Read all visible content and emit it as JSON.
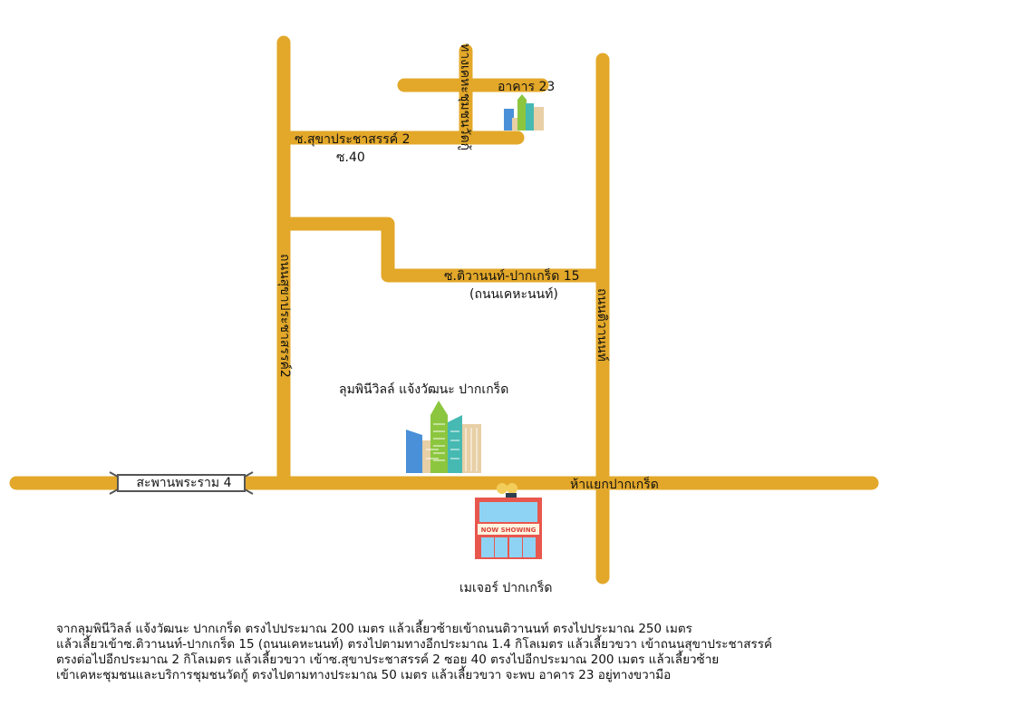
{
  "colors": {
    "road": "#e3a82a",
    "bridge_fill": "#ffffff",
    "bridge_stroke": "#555555",
    "building_teal": "#46b9b2",
    "building_green": "#8cc63f",
    "building_blue": "#4a90d9",
    "building_beige": "#e8cfa5",
    "cinema_red": "#e8574d",
    "cinema_glass": "#8fd3f4"
  },
  "labels": {
    "soi_sukha_2": "ซ.สุขาประชาสรรค์ 2",
    "soi_40": "ซ.40",
    "building_23": "อาคาร 23",
    "tiwanon_15": "ซ.ติวานนท์-ปากเกร็ด 15",
    "khehanon": "(ถนนเคหะนนท์)",
    "lumpini": "ลุมพินีวิลล์ แจ้งวัฒนะ ปากเกร็ด",
    "bridge": "สะพานพระราม 4",
    "intersection": "ห้าแยกปากเกร็ด",
    "major": "เมเจอร์ ปากเกร็ด",
    "road_sukha": "ถนนสุขาประชาสรรค์2",
    "road_tiwanon": "ถนนติวานนท์",
    "road_community": "ทางเคหะชุมชนวัดกู้"
  },
  "cinema_sign": "NOW SHOWING",
  "directions": [
    "จากลุมพินีวิลล์ แจ้งวัฒนะ ปากเกร็ด  ตรงไปประมาณ 200 เมตร แล้วเลี้ยวซ้ายเข้าถนนติวานนท์ ตรงไปประมาณ 250 เมตร",
    "แล้วเลี้ยวเข้าซ.ติวานนท์-ปากเกร็ด 15 (ถนนเคหะนนท์) ตรงไปตามทางอีกประมาณ 1.4 กิโลเมตร แล้วเลี้ยวขวา เข้าถนนสุขาประชาสรรค์",
    "ตรงต่อไปอีกประมาณ 2 กิโลเมตร แล้วเลี้ยวขวา เข้าซ.สุขาประชาสรรค์ 2 ซอย 40 ตรงไปอีกประมาณ 200 เมตร แล้วเลี้ยวซ้าย",
    "เข้าเคหะชุมชนและบริการชุมชนวัดกู้ ตรงไปตามทางประมาณ 50 เมตร แล้วเลี้ยวขวา จะพบ อาคาร 23 อยู่ทางขวามือ"
  ]
}
